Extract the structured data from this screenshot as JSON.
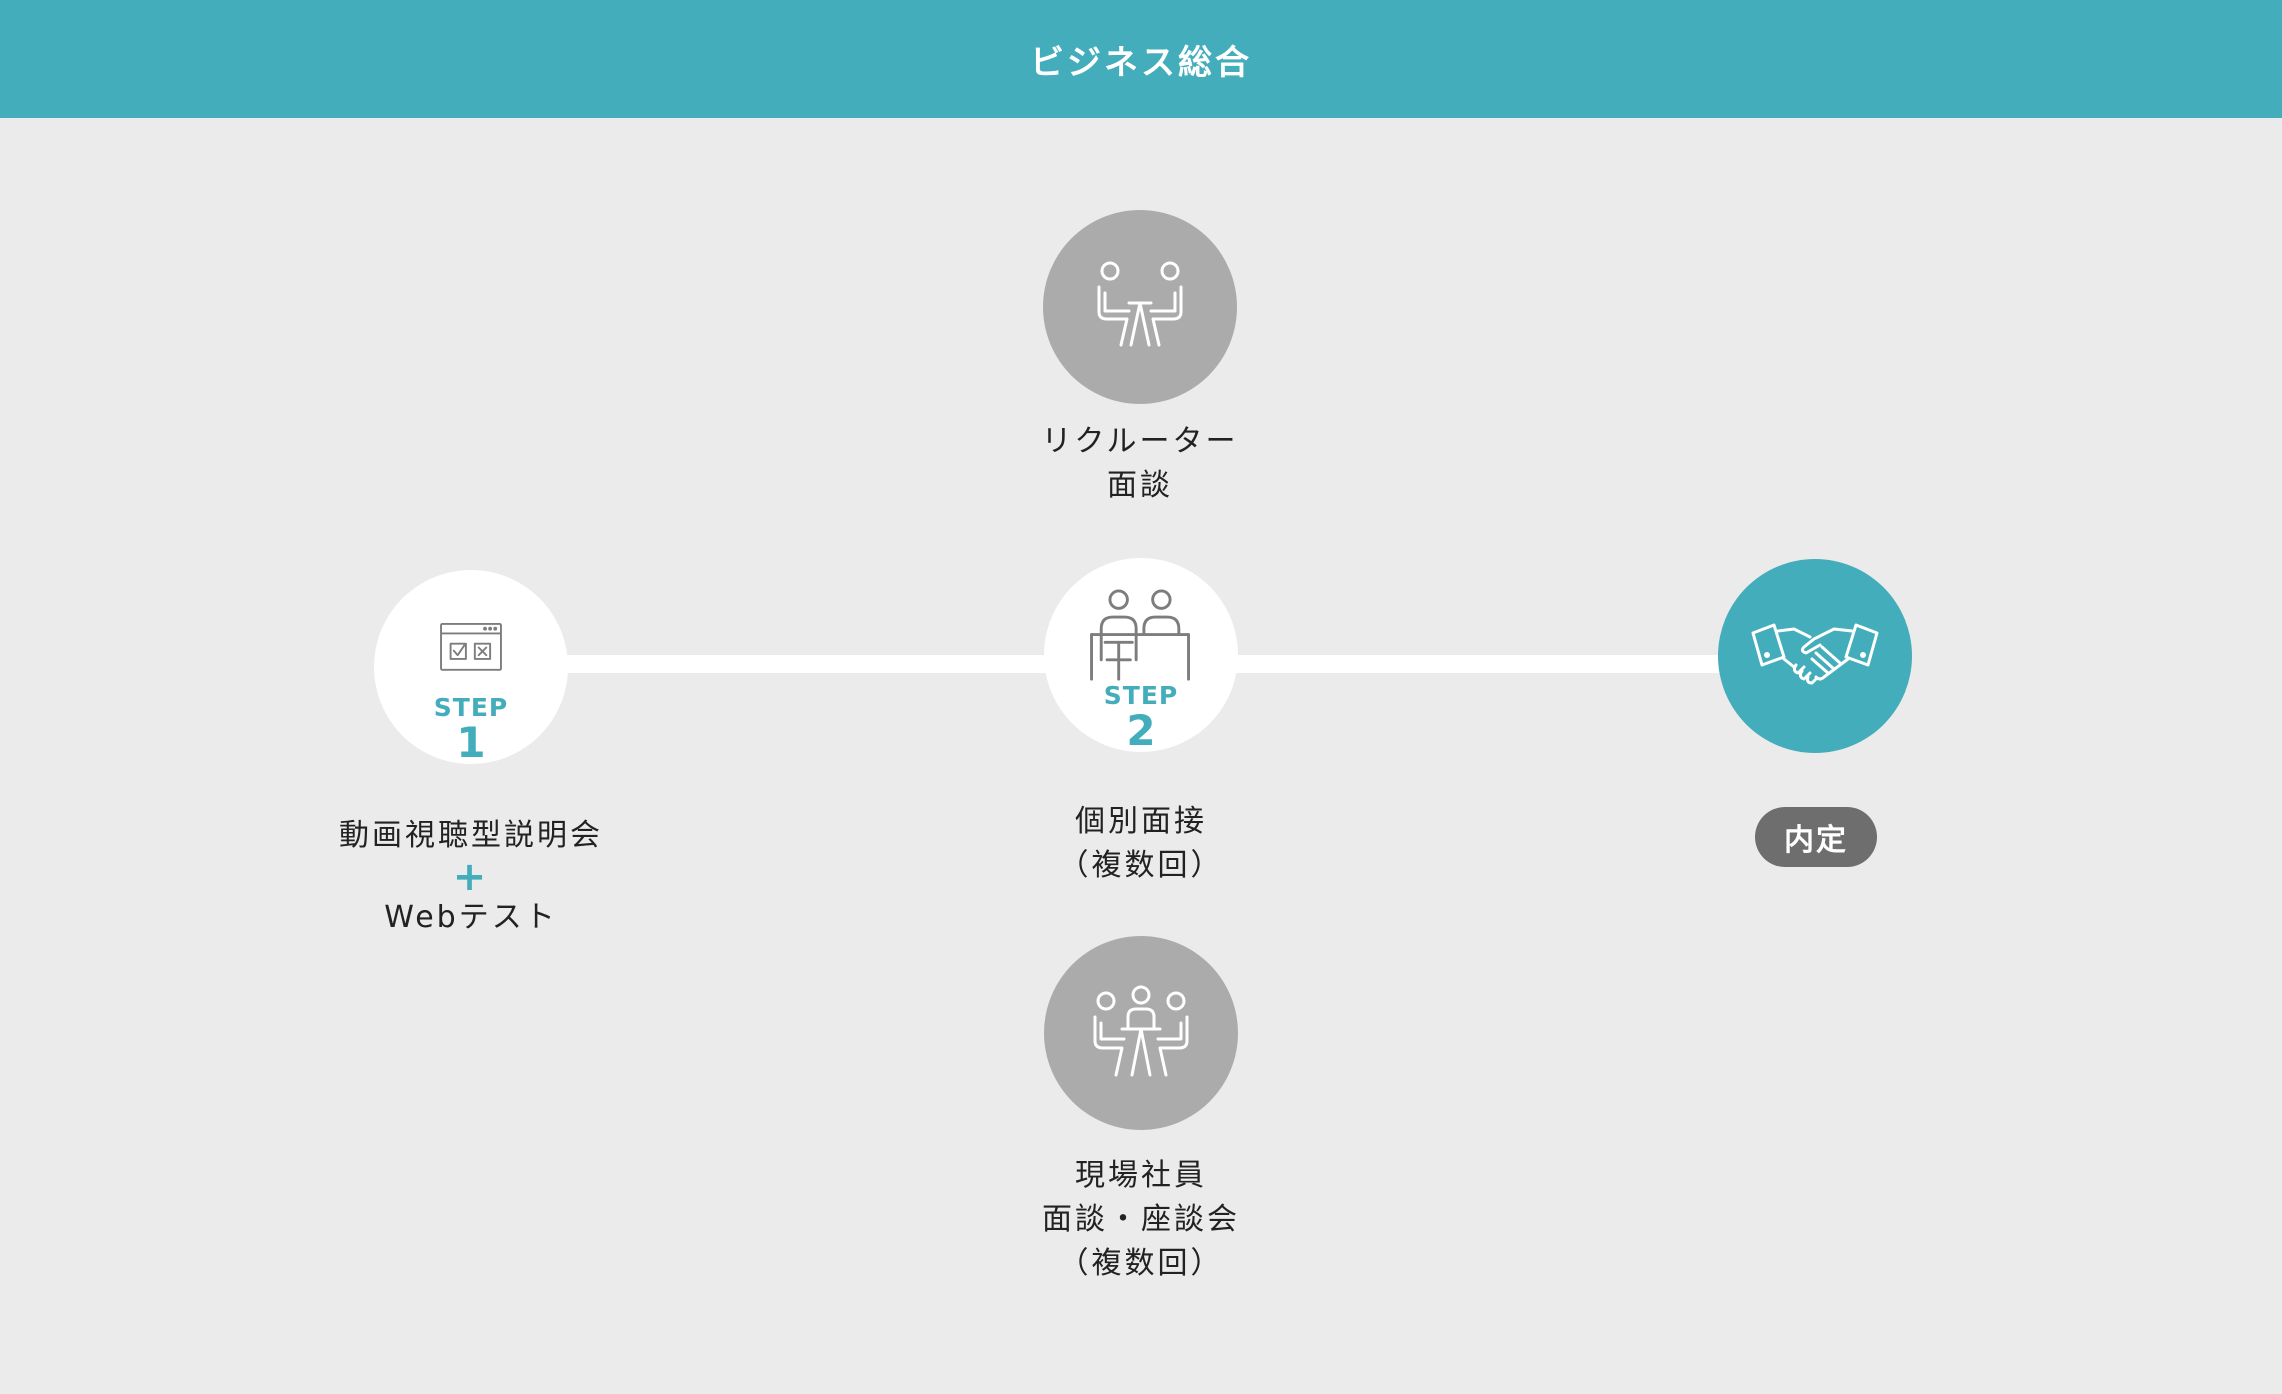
{
  "header": {
    "title": "ビジネス総合"
  },
  "steps": [
    {
      "step_label": "STEP",
      "step_number": "1",
      "caption_line1": "動画視聴型説明会",
      "caption_plus": "+",
      "caption_line2": "Webテスト",
      "icon": "browser-check-icon"
    },
    {
      "step_label": "STEP",
      "step_number": "2",
      "caption_line1": "個別面接",
      "caption_line2": "（複数回）",
      "icon": "interview-desk-icon"
    }
  ],
  "optional_top": {
    "caption_line1": "リクルーター",
    "caption_line2": "面談",
    "icon": "one-on-one-meeting-icon"
  },
  "optional_bottom": {
    "caption_line1": "現場社員",
    "caption_line2": "面談・座談会",
    "caption_line3": "（複数回）",
    "icon": "group-meeting-icon"
  },
  "final": {
    "badge": "内定",
    "icon": "handshake-icon"
  },
  "colors": {
    "accent": "#43adbb",
    "background": "#ebebeb",
    "optional_circle": "#ababab",
    "badge": "#6e6e6e"
  }
}
